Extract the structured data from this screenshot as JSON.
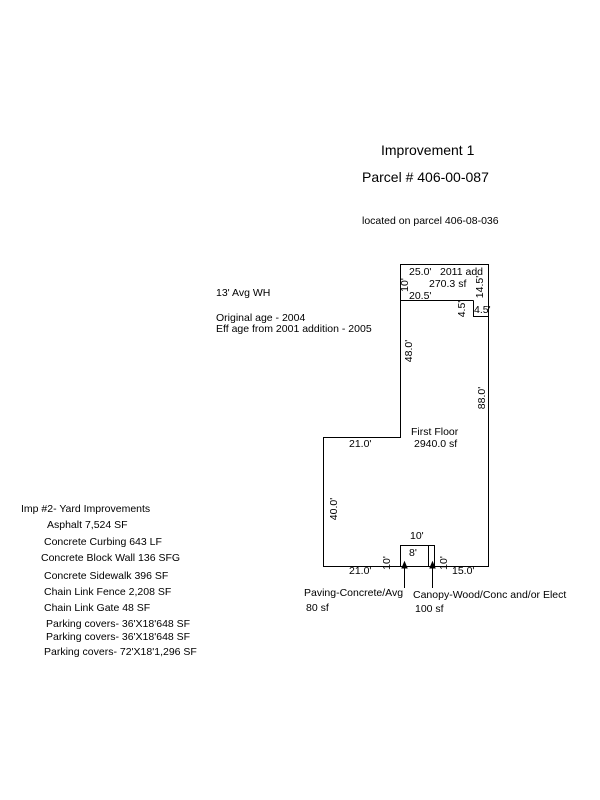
{
  "header": {
    "title": "Improvement 1",
    "parcel": "Parcel # 406-00-087",
    "located": "located on parcel 406-08-036"
  },
  "notes": {
    "wall_height": "13' Avg WH",
    "original_age": "Original age - 2004",
    "eff_age": "Eff age from 2001 addition - 2005"
  },
  "yard": {
    "title": "Imp #2- Yard Improvements",
    "items": [
      "Asphalt 7,524 SF",
      "Concrete Curbing 643 LF",
      "Concrete Block Wall 136 SFG",
      "Concrete Sidewalk 396 SF",
      "Chain Link Fence 2,208 SF",
      "Chain Link Gate 48 SF",
      "Parking covers- 36'X18'648 SF",
      "Parking covers- 36'X18'648 SF",
      "Parking covers- 72'X18'1,296 SF"
    ]
  },
  "sketch": {
    "addition_dim": "25.0'",
    "addition_label": "2011 add",
    "addition_area": "270.3 sf",
    "dim_20_5": "20.5'",
    "dim_10_top": "10'",
    "dim_14_5": "14.5'",
    "dim_4_5_v": "4.5'",
    "dim_4_5_h": "4.5'",
    "dim_48": "48.0'",
    "dim_88": "88.0'",
    "dim_40": "40.0'",
    "dim_21_top": "21.0'",
    "dim_21_bottom": "21.0'",
    "dim_15": "15.0'",
    "dim_10_notch": "10'",
    "dim_8": "8'",
    "dim_10_left": "10'",
    "dim_10_right": "10'",
    "floor_label": "First Floor",
    "floor_area": "2940.0 sf",
    "paving_label": "Paving-Concrete/Avg",
    "paving_area": "80 sf",
    "canopy_label": "Canopy-Wood/Conc and/or Elect",
    "canopy_area": "100 sf"
  }
}
